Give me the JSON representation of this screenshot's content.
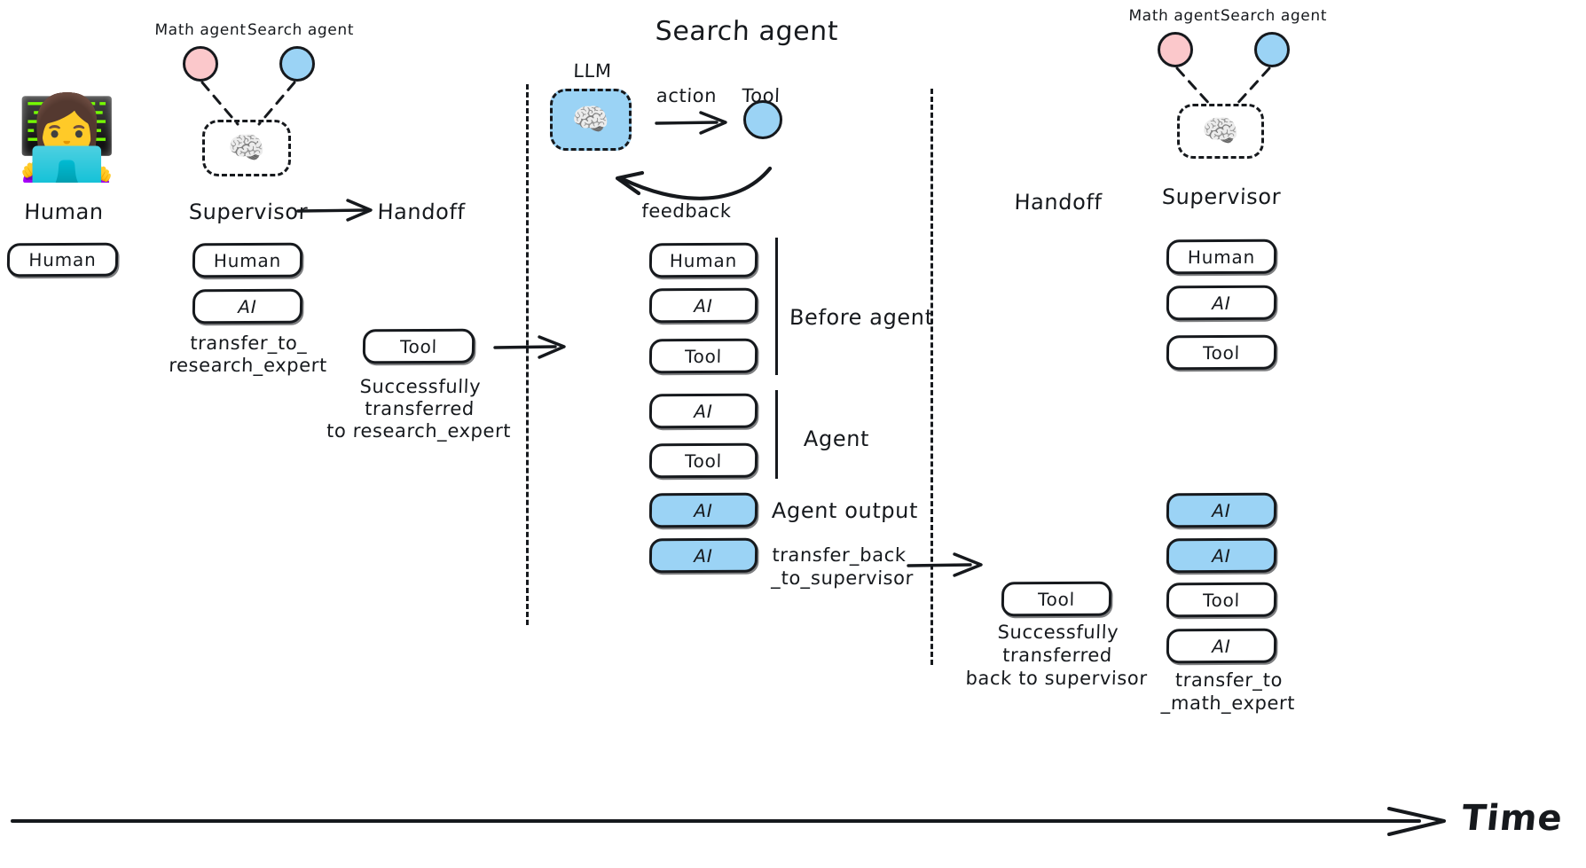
{
  "diagram": {
    "title": "LangGraph multi-agent supervisor handoff timeline",
    "time_axis_label": "Time",
    "colors": {
      "blue": "#9BD3F5",
      "pink": "#FBC8CB",
      "ink": "#16191d"
    }
  },
  "left": {
    "human_caption": "Human",
    "human_icon": "woman-technologist-emoji",
    "messages": [
      {
        "label": "Human",
        "filled": false
      }
    ]
  },
  "supervisor_left": {
    "math_agent_label": "Math agent",
    "search_agent_label": "Search agent",
    "supervisor_label": "Supervisor",
    "brain_icon": "brain-icon",
    "handoff_label": "Handoff",
    "messages": [
      {
        "label": "Human",
        "filled": false
      },
      {
        "label": "AI",
        "filled": false
      }
    ],
    "message_caption": "transfer_to_\nresearch_expert"
  },
  "handoff_left": {
    "messages": [
      {
        "label": "Tool",
        "filled": false
      }
    ],
    "caption": "Successfully transferred\nto research_expert"
  },
  "search_agent": {
    "title": "Search agent",
    "llm_label": "LLM",
    "tool_label": "Tool",
    "action_label": "action",
    "feedback_label": "feedback",
    "brain_icon": "brain-icon",
    "messages": [
      {
        "label": "Human",
        "filled": false
      },
      {
        "label": "AI",
        "filled": false
      },
      {
        "label": "Tool",
        "filled": false
      },
      {
        "label": "AI",
        "filled": false
      },
      {
        "label": "Tool",
        "filled": false
      },
      {
        "label": "AI",
        "filled": true
      },
      {
        "label": "AI",
        "filled": true
      }
    ],
    "group_labels": {
      "before_agent": "Before agent",
      "agent": "Agent",
      "agent_output": "Agent output",
      "transfer_back": "transfer_back\n_to_supervisor"
    }
  },
  "handoff_right": {
    "handoff_label": "Handoff",
    "messages": [
      {
        "label": "Tool",
        "filled": false
      }
    ],
    "caption": "Successfully transferred\nback to supervisor"
  },
  "supervisor_right": {
    "math_agent_label": "Math agent",
    "search_agent_label": "Search agent",
    "supervisor_label": "Supervisor",
    "brain_icon": "brain-icon",
    "messages": [
      {
        "label": "Human",
        "filled": false
      },
      {
        "label": "AI",
        "filled": false
      },
      {
        "label": "Tool",
        "filled": false
      },
      {
        "label": "AI",
        "filled": true
      },
      {
        "label": "AI",
        "filled": true
      },
      {
        "label": "Tool",
        "filled": false
      },
      {
        "label": "AI",
        "filled": false
      }
    ],
    "message_caption": "transfer_to\n_math_expert"
  }
}
